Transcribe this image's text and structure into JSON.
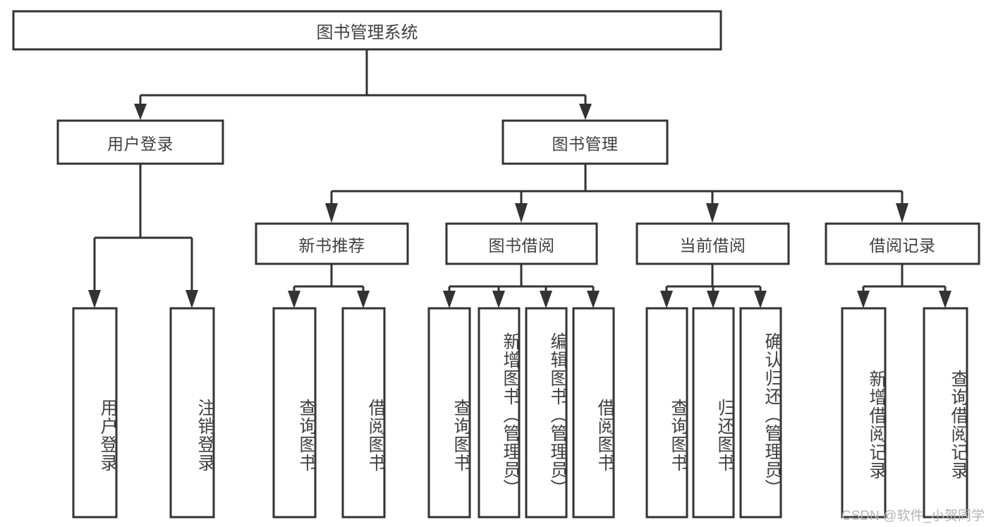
{
  "diagram": {
    "type": "tree",
    "title": "图书管理系统",
    "watermark": "CSDN @软件_小贺同学",
    "colors": {
      "stroke": "#333333",
      "box_fill": "#ffffff",
      "text": "#404040",
      "watermark": "#b4b4b4",
      "background": "#ffffff"
    },
    "root": {
      "label": "图书管理系统"
    },
    "level1": [
      {
        "label": "用户登录"
      },
      {
        "label": "图书管理"
      }
    ],
    "level2": [
      {
        "label": "新书推荐"
      },
      {
        "label": "图书借阅"
      },
      {
        "label": "当前借阅"
      },
      {
        "label": "借阅记录"
      }
    ],
    "leaves": {
      "user_login": [
        {
          "label": "用户登录"
        },
        {
          "label": "注销登录"
        }
      ],
      "new_book_recommend": [
        {
          "label": "查询图书"
        },
        {
          "label": "借阅图书"
        }
      ],
      "book_borrow": [
        {
          "label": "查询图书"
        },
        {
          "label": "新增图书（管理员）"
        },
        {
          "label": "编辑图书（管理员）"
        },
        {
          "label": "借阅图书"
        }
      ],
      "current_borrow": [
        {
          "label": "查询图书"
        },
        {
          "label": "归还图书"
        },
        {
          "label": "确认归还（管理员）"
        }
      ],
      "borrow_record": [
        {
          "label": "新增借阅记录"
        },
        {
          "label": "查询借阅记录"
        }
      ]
    }
  }
}
